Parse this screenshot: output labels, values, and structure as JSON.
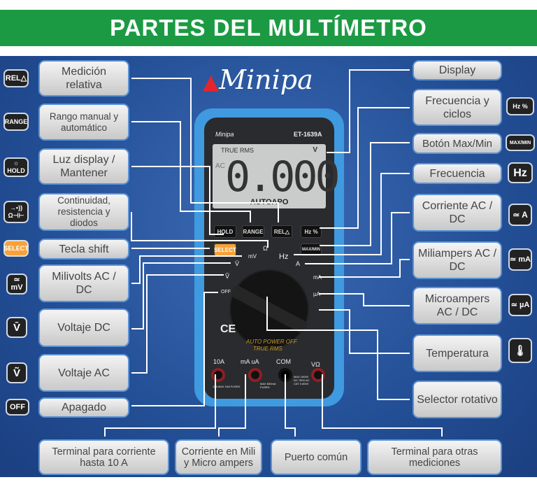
{
  "title": "PARTES DEL MULTÍMETRO",
  "brand": "Minipa",
  "meter": {
    "brand": "Minipa",
    "model": "ET-1639A",
    "lcd_top": "TRUE RMS",
    "lcd_unit": "V",
    "lcd_ac": "AC",
    "lcd_value": "0.000",
    "lcd_bottom": "AUTOAPO",
    "btn_hold": "HOLD",
    "btn_range": "RANGE",
    "btn_rel": "REL△",
    "btn_hz": "Hz %",
    "btn_select": "SELECT",
    "btn_maxmin": "MAX/MIN",
    "dial_off": "OFF",
    "dial_hz": "Hz",
    "dial_v": "V̄",
    "dial_vac": "Ṽ",
    "dial_mv": "mV",
    "dial_ohm": "Ω",
    "dial_a": "A",
    "dial_ma": "mA",
    "dial_ua": "µA",
    "ce": "CE",
    "auto": "AUTO POWER OFF",
    "truerms": "TRUE RMS",
    "term_10a": "10A",
    "term_maua": "mA uA",
    "term_com": "COM",
    "term_v": "VΩ",
    "fuse1": "10A MAX 10A FUSED",
    "fuse2": "MAX 600mA FUSED",
    "max_spec": "MAX 1000V DC 750V AC CAT II 600V"
  },
  "left": [
    {
      "label": "Medición relativa",
      "icon": "REL△"
    },
    {
      "label": "Rango manual y automático",
      "icon": "RANGE"
    },
    {
      "label": "Luz display / Mantener",
      "icon": "☼ HOLD"
    },
    {
      "label": "Continuidad, resistencia y diodos",
      "icon": "→•)) Ω⊣⊢"
    },
    {
      "label": "Tecla shift",
      "icon": "SELECT"
    },
    {
      "label": "Milivolts AC / DC",
      "icon": "≃ mV"
    },
    {
      "label": "Voltaje DC",
      "icon": "V̄"
    },
    {
      "label": "Voltaje AC",
      "icon": "Ṽ"
    },
    {
      "label": "Apagado",
      "icon": "OFF"
    }
  ],
  "right": [
    {
      "label": "Display",
      "icon": ""
    },
    {
      "label": "Frecuencia y ciclos",
      "icon": "Hz %"
    },
    {
      "label": "Botón Max/Min",
      "icon": "MAX/MIN"
    },
    {
      "label": "Frecuencia",
      "icon": "Hz"
    },
    {
      "label": "Corriente AC / DC",
      "icon": "≃ A"
    },
    {
      "label": "Miliampers AC / DC",
      "icon": "≃ mA"
    },
    {
      "label": "Microampers AC / DC",
      "icon": "≃ µA"
    },
    {
      "label": "Temperatura",
      "icon": "🌡"
    },
    {
      "label": "Selector rotativo",
      "icon": ""
    }
  ],
  "bottom": [
    {
      "label": "Terminal para corriente hasta 10 A"
    },
    {
      "label": "Corriente en Mili y Micro ampers"
    },
    {
      "label": "Puerto común"
    },
    {
      "label": "Terminal para otras mediciones"
    }
  ]
}
